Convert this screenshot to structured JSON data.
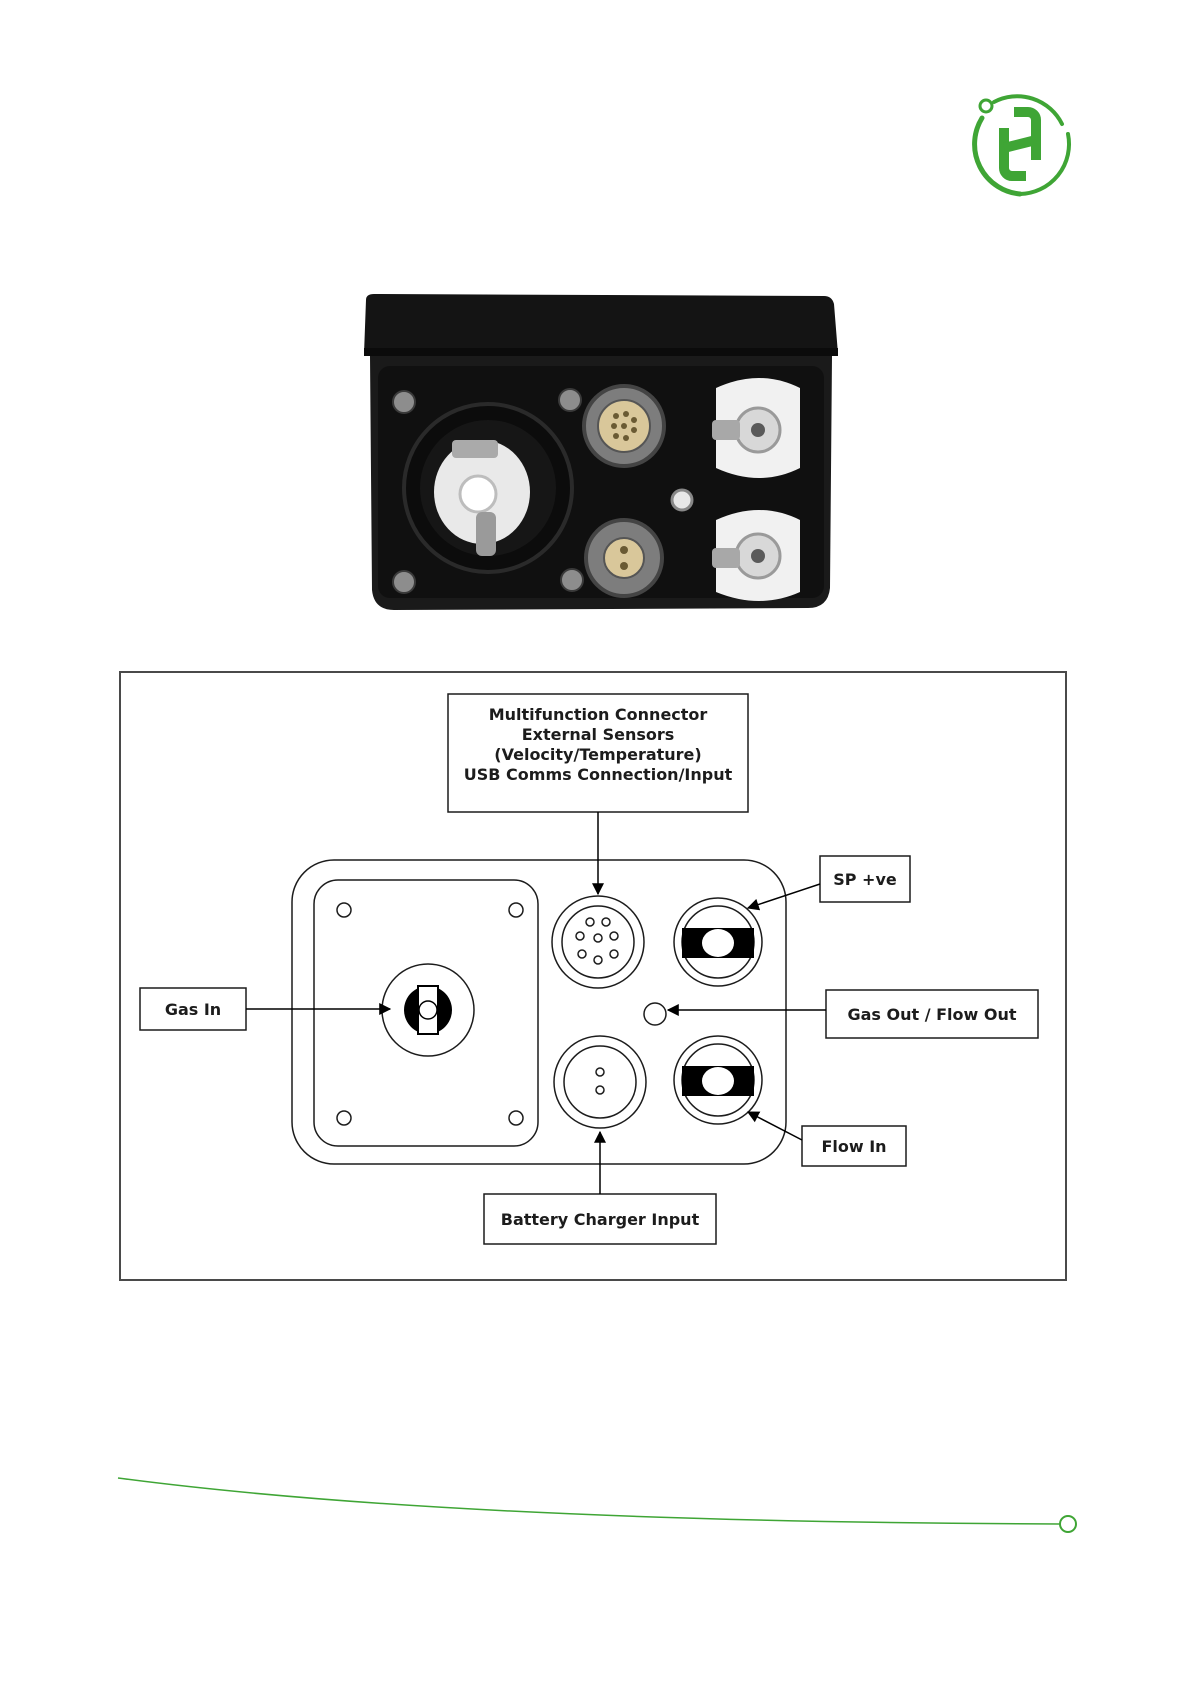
{
  "brand": {
    "accent": "#3fa535"
  },
  "device_photo": {
    "icon": "device-connector-panel-photo"
  },
  "diagram": {
    "labels": {
      "multifunction": [
        "Multifunction Connector",
        "External Sensors",
        "(Velocity/Temperature)",
        "USB Comms Connection/Input"
      ],
      "sp_ve": "SP +ve",
      "gas_in": "Gas In",
      "gas_out": "Gas Out / Flow Out",
      "flow_in": "Flow In",
      "battery": "Battery Charger Input"
    }
  }
}
